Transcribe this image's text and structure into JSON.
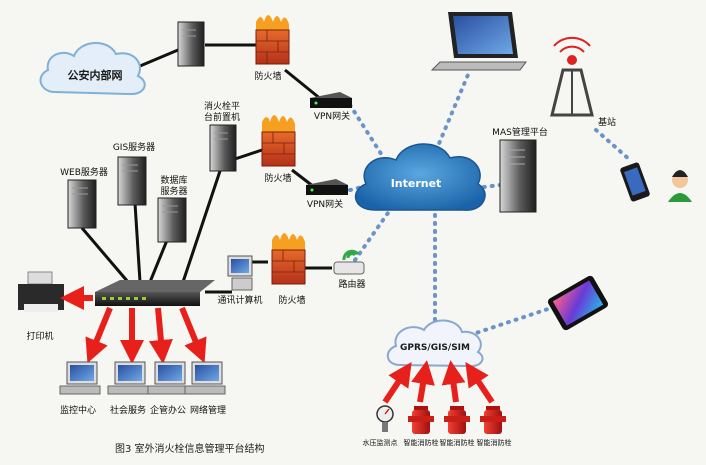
{
  "caption": "图3 室外消火栓信息管理平台结构",
  "clouds": {
    "police": "公安内部网",
    "internet": "Internet",
    "gprs": "GPRS/GIS/SIM"
  },
  "labels": {
    "firewall_top": "防火墙",
    "firewall_mid": "防火墙",
    "firewall_bottom": "防火墙",
    "vpn_top": "VPN网关",
    "vpn_mid": "VPN网关",
    "hydrant_server": "消火栓平\n台前置机",
    "gis_server": "GIS服务器",
    "web_server": "WEB服务器",
    "db_server": "数据库\n服务器",
    "comm_pc": "通讯计算机",
    "router": "路由器",
    "printer": "打印机",
    "mas": "MAS管理平台",
    "base_station": "基站",
    "monitor_center": "监控中心",
    "social_service": "社会服务",
    "enterprise_office": "企管办公",
    "network_mgmt": "网络管理",
    "pressure_point": "水压监测点",
    "smart_hydrant_1": "智能消防栓",
    "smart_hydrant_2": "智能消防栓",
    "smart_hydrant_3": "智能消防栓"
  }
}
